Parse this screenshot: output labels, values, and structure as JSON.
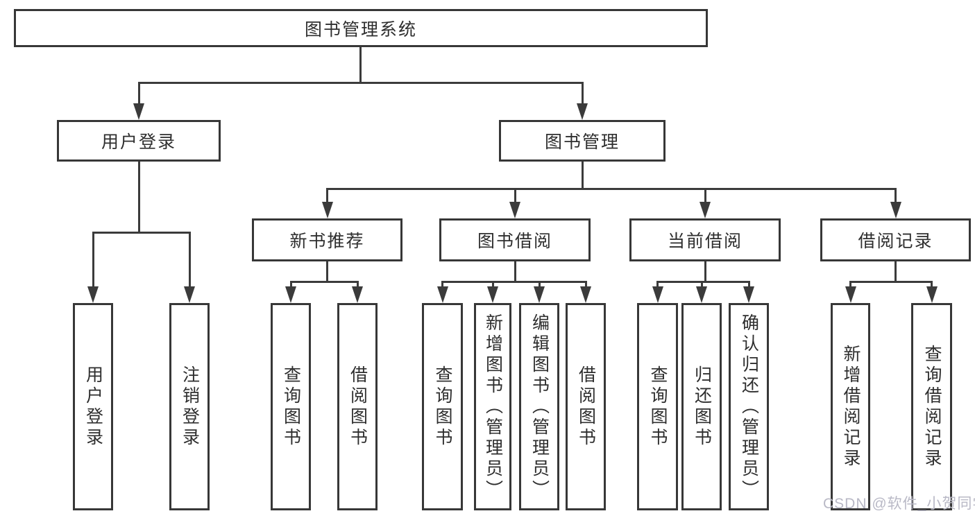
{
  "tree": {
    "label": "图书管理系统",
    "children": [
      {
        "label": "用户登录",
        "children": [
          {
            "label": "用户登录"
          },
          {
            "label": "注销登录"
          }
        ]
      },
      {
        "label": "图书管理",
        "children": [
          {
            "label": "新书推荐",
            "children": [
              {
                "label": "查询图书"
              },
              {
                "label": "借阅图书"
              }
            ]
          },
          {
            "label": "图书借阅",
            "children": [
              {
                "label": "查询图书"
              },
              {
                "label": "新增图书（管理员）"
              },
              {
                "label": "编辑图书（管理员）"
              },
              {
                "label": "借阅图书"
              }
            ]
          },
          {
            "label": "当前借阅",
            "children": [
              {
                "label": "查询图书"
              },
              {
                "label": "归还图书"
              },
              {
                "label": "确认归还（管理员）"
              }
            ]
          },
          {
            "label": "借阅记录",
            "children": [
              {
                "label": "新增借阅记录"
              },
              {
                "label": "查询借阅记录"
              }
            ]
          }
        ]
      }
    ]
  },
  "watermark": {
    "text": "CSDN @软件_小贺同学"
  },
  "style": {
    "line_color": "#3b3b3b",
    "box_border_color": "#373737",
    "text_color": "#2e2e2e",
    "watermark_color": "#b9b9c6",
    "background": "#ffffff"
  }
}
